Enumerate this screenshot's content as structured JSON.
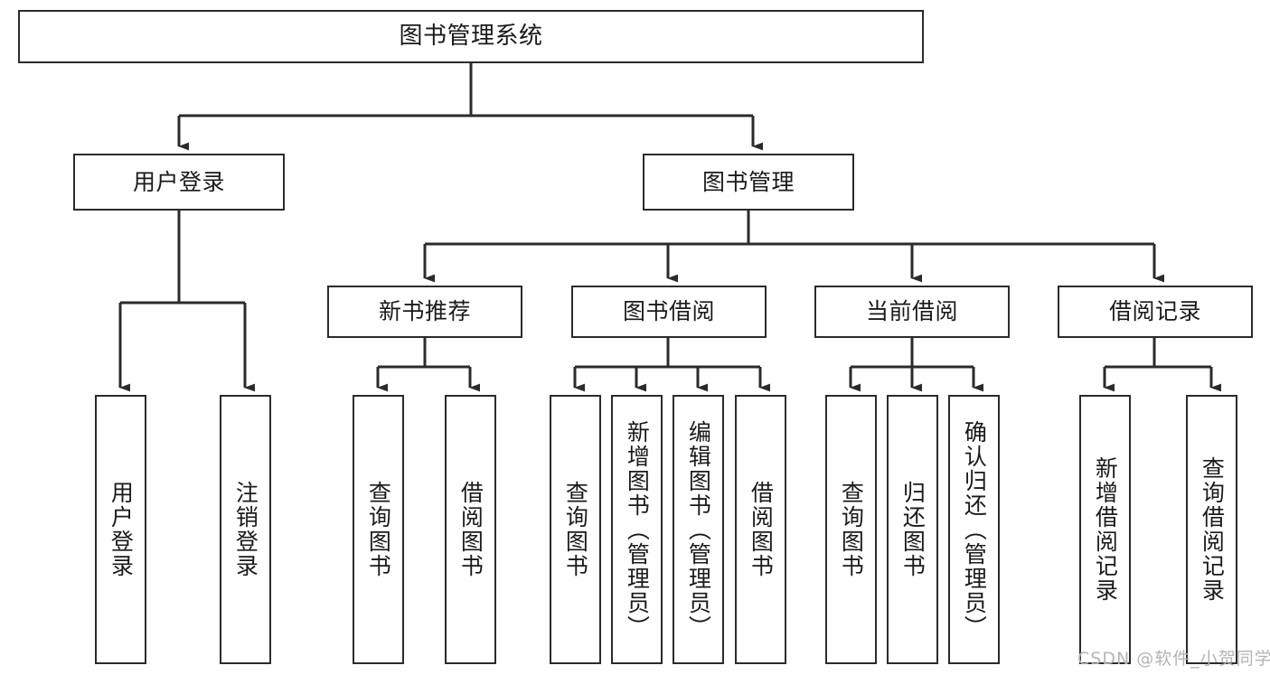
{
  "diagram": {
    "title": "图书管理系统",
    "type": "hierarchy-tree",
    "watermark": "CSDN @软件_小贺同学",
    "colors": {
      "stroke": "#2b2b2b",
      "fill": "#ffffff",
      "text": "#1a1a1a",
      "watermark": "#b4b4b4"
    },
    "levels": {
      "level1": [
        "图书管理系统"
      ],
      "level2": [
        "用户登录",
        "图书管理"
      ],
      "level3": [
        "新书推荐",
        "图书借阅",
        "当前借阅",
        "借阅记录"
      ],
      "level4": [
        "用户登录",
        "注销登录",
        "查询图书",
        "借阅图书",
        "查询图书",
        "新增图书（管理员）",
        "编辑图书（管理员）",
        "借阅图书",
        "查询图书",
        "归还图书",
        "确认归还（管理员）",
        "新增借阅记录",
        "查询借阅记录"
      ]
    },
    "nodes": {
      "root": {
        "label": "图书管理系统"
      },
      "user_login": {
        "label": "用户登录"
      },
      "book_mgmt": {
        "label": "图书管理"
      },
      "new_book_rec": {
        "label": "新书推荐"
      },
      "book_borrow": {
        "label": "图书借阅"
      },
      "current_borrow": {
        "label": "当前借阅"
      },
      "borrow_record": {
        "label": "借阅记录"
      },
      "leaf_user_login": {
        "label": "用户登录"
      },
      "leaf_logout": {
        "label": "注销登录"
      },
      "leaf_query_book_1": {
        "label": "查询图书"
      },
      "leaf_borrow_book_1": {
        "label": "借阅图书"
      },
      "leaf_query_book_2": {
        "label": "查询图书"
      },
      "leaf_add_book_admin": {
        "label": "新增图书（管理员）"
      },
      "leaf_edit_book_admin": {
        "label": "编辑图书（管理员）"
      },
      "leaf_borrow_book_2": {
        "label": "借阅图书"
      },
      "leaf_query_book_3": {
        "label": "查询图书"
      },
      "leaf_return_book": {
        "label": "归还图书"
      },
      "leaf_confirm_return_admin": {
        "label": "确认归还（管理员）"
      },
      "leaf_add_record": {
        "label": "新增借阅记录"
      },
      "leaf_query_record": {
        "label": "查询借阅记录"
      }
    },
    "edges": [
      {
        "from": "root",
        "to": "user_login"
      },
      {
        "from": "root",
        "to": "book_mgmt"
      },
      {
        "from": "user_login",
        "to": "leaf_user_login"
      },
      {
        "from": "user_login",
        "to": "leaf_logout"
      },
      {
        "from": "book_mgmt",
        "to": "new_book_rec"
      },
      {
        "from": "book_mgmt",
        "to": "book_borrow"
      },
      {
        "from": "book_mgmt",
        "to": "current_borrow"
      },
      {
        "from": "book_mgmt",
        "to": "borrow_record"
      },
      {
        "from": "new_book_rec",
        "to": "leaf_query_book_1"
      },
      {
        "from": "new_book_rec",
        "to": "leaf_borrow_book_1"
      },
      {
        "from": "book_borrow",
        "to": "leaf_query_book_2"
      },
      {
        "from": "book_borrow",
        "to": "leaf_add_book_admin"
      },
      {
        "from": "book_borrow",
        "to": "leaf_edit_book_admin"
      },
      {
        "from": "book_borrow",
        "to": "leaf_borrow_book_2"
      },
      {
        "from": "current_borrow",
        "to": "leaf_query_book_3"
      },
      {
        "from": "current_borrow",
        "to": "leaf_return_book"
      },
      {
        "from": "current_borrow",
        "to": "leaf_confirm_return_admin"
      },
      {
        "from": "borrow_record",
        "to": "leaf_add_record"
      },
      {
        "from": "borrow_record",
        "to": "leaf_query_record"
      }
    ]
  }
}
